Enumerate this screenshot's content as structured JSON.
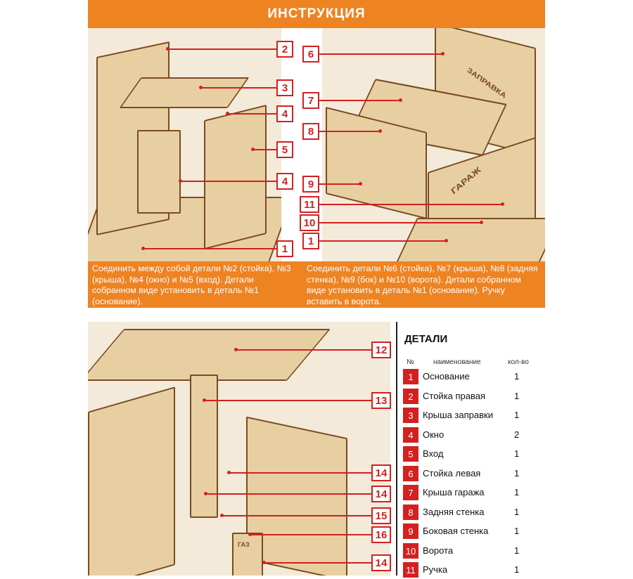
{
  "header": {
    "title": "ИНСТРУКЦИЯ"
  },
  "left_labels": [
    "2",
    "3",
    "4",
    "5",
    "4",
    "1"
  ],
  "right_labels": [
    "6",
    "7",
    "8",
    "9",
    "11",
    "10",
    "1"
  ],
  "bottom_labels": [
    "12",
    "13",
    "14",
    "14",
    "15",
    "16",
    "14"
  ],
  "sign_texts": {
    "station": "ЗАПРАВКА",
    "garage": "ГАРАЖ",
    "gas": "ГАЗ"
  },
  "captions": {
    "left": "Соединить  между собой детали №2 (стойка), №3 (крыша), №4 (окно) и №5 (вход). Детали собранном виде установить в деталь №1 (основание).",
    "right": "Соединить детали №6 (стойка), №7 (крыша), №8 (задняя стенка), №9 (бок) и №10 (ворота). Детали собранном виде установить в деталь №1 (основание). Ручку вставить в ворота."
  },
  "details": {
    "title": "ДЕТАЛИ",
    "col_num": "№",
    "col_name": "наименование",
    "col_qty": "кол-во",
    "rows": [
      {
        "num": "1",
        "name": "Основание",
        "qty": "1"
      },
      {
        "num": "2",
        "name": "Стойка правая",
        "qty": "1"
      },
      {
        "num": "3",
        "name": "Крыша заправки",
        "qty": "1"
      },
      {
        "num": "4",
        "name": "Окно",
        "qty": "2"
      },
      {
        "num": "5",
        "name": "Вход",
        "qty": "1"
      },
      {
        "num": "6",
        "name": "Стойка левая",
        "qty": "1"
      },
      {
        "num": "7",
        "name": "Крыша гаража",
        "qty": "1"
      },
      {
        "num": "8",
        "name": "Задняя стенка",
        "qty": "1"
      },
      {
        "num": "9",
        "name": "Боковая стенка",
        "qty": "1"
      },
      {
        "num": "10",
        "name": "Ворота",
        "qty": "1"
      },
      {
        "num": "11",
        "name": "Ручка",
        "qty": "1"
      }
    ]
  },
  "colors": {
    "accent": "#ee8322",
    "label_red": "#d32020",
    "wood": "#e8cfa2",
    "wood_edge": "#7a4a22"
  }
}
